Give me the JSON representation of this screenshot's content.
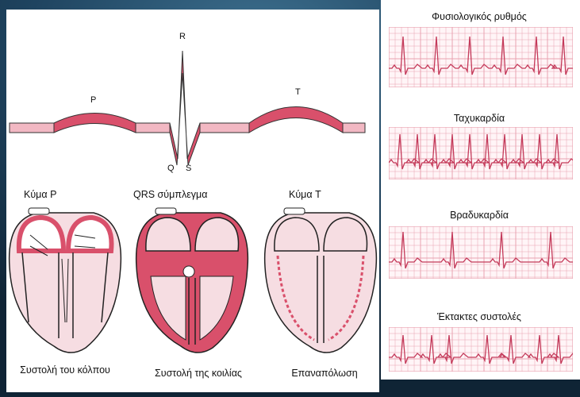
{
  "ecg_diagram": {
    "labels": {
      "p": "P",
      "r": "R",
      "q": "Q",
      "s": "S",
      "t": "T"
    }
  },
  "hearts": [
    {
      "title": "Κύμα P",
      "caption": "Συστολή του κόλπου"
    },
    {
      "title": "QRS σύμπλεγμα",
      "caption": "Συστολή της κοιλίας"
    },
    {
      "title": "Κύμα T",
      "caption": "Επαναπόλωση"
    }
  ],
  "rhythms": [
    {
      "title": "Φυσιολογικός ρυθμός"
    },
    {
      "title": "Ταχυκαρδία"
    },
    {
      "title": "Βραδυκαρδία"
    },
    {
      "title": "Έκτακτες συστολές"
    }
  ],
  "colors": {
    "wave_fill": "#d9506b",
    "wave_light": "#f2b8c3",
    "grid": "#e8a2b0",
    "trace": "#c43a5a",
    "heart_outline": "#222222",
    "bg_dark": "#1d3c55"
  }
}
